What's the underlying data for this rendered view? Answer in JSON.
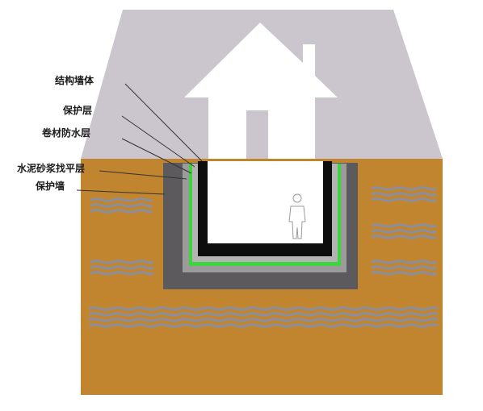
{
  "labels": {
    "structural_wall": "结构墙体",
    "protective_layer": "保护层",
    "membrane_waterproof_layer": "卷材防水层",
    "cement_mortar_leveling_layer": "水泥砂浆找平层",
    "protective_wall": "保护墙"
  },
  "colors": {
    "sky_trapezoid": "#cbc6cd",
    "house": "#ffffff",
    "soil": "#c1842f",
    "protective_wall": "#5c5a5c",
    "leveling_layer": "#9b9b9b",
    "waterproof_membrane": "#3fd43f",
    "protective_layer": "#b3b3b3",
    "structural_wall": "#0d0d0d",
    "groundwater_waves": "#8a8fa0",
    "leader_lines": "#333333"
  },
  "icons": [
    "house-icon",
    "person-icon",
    "groundwater-wave-icon"
  ]
}
